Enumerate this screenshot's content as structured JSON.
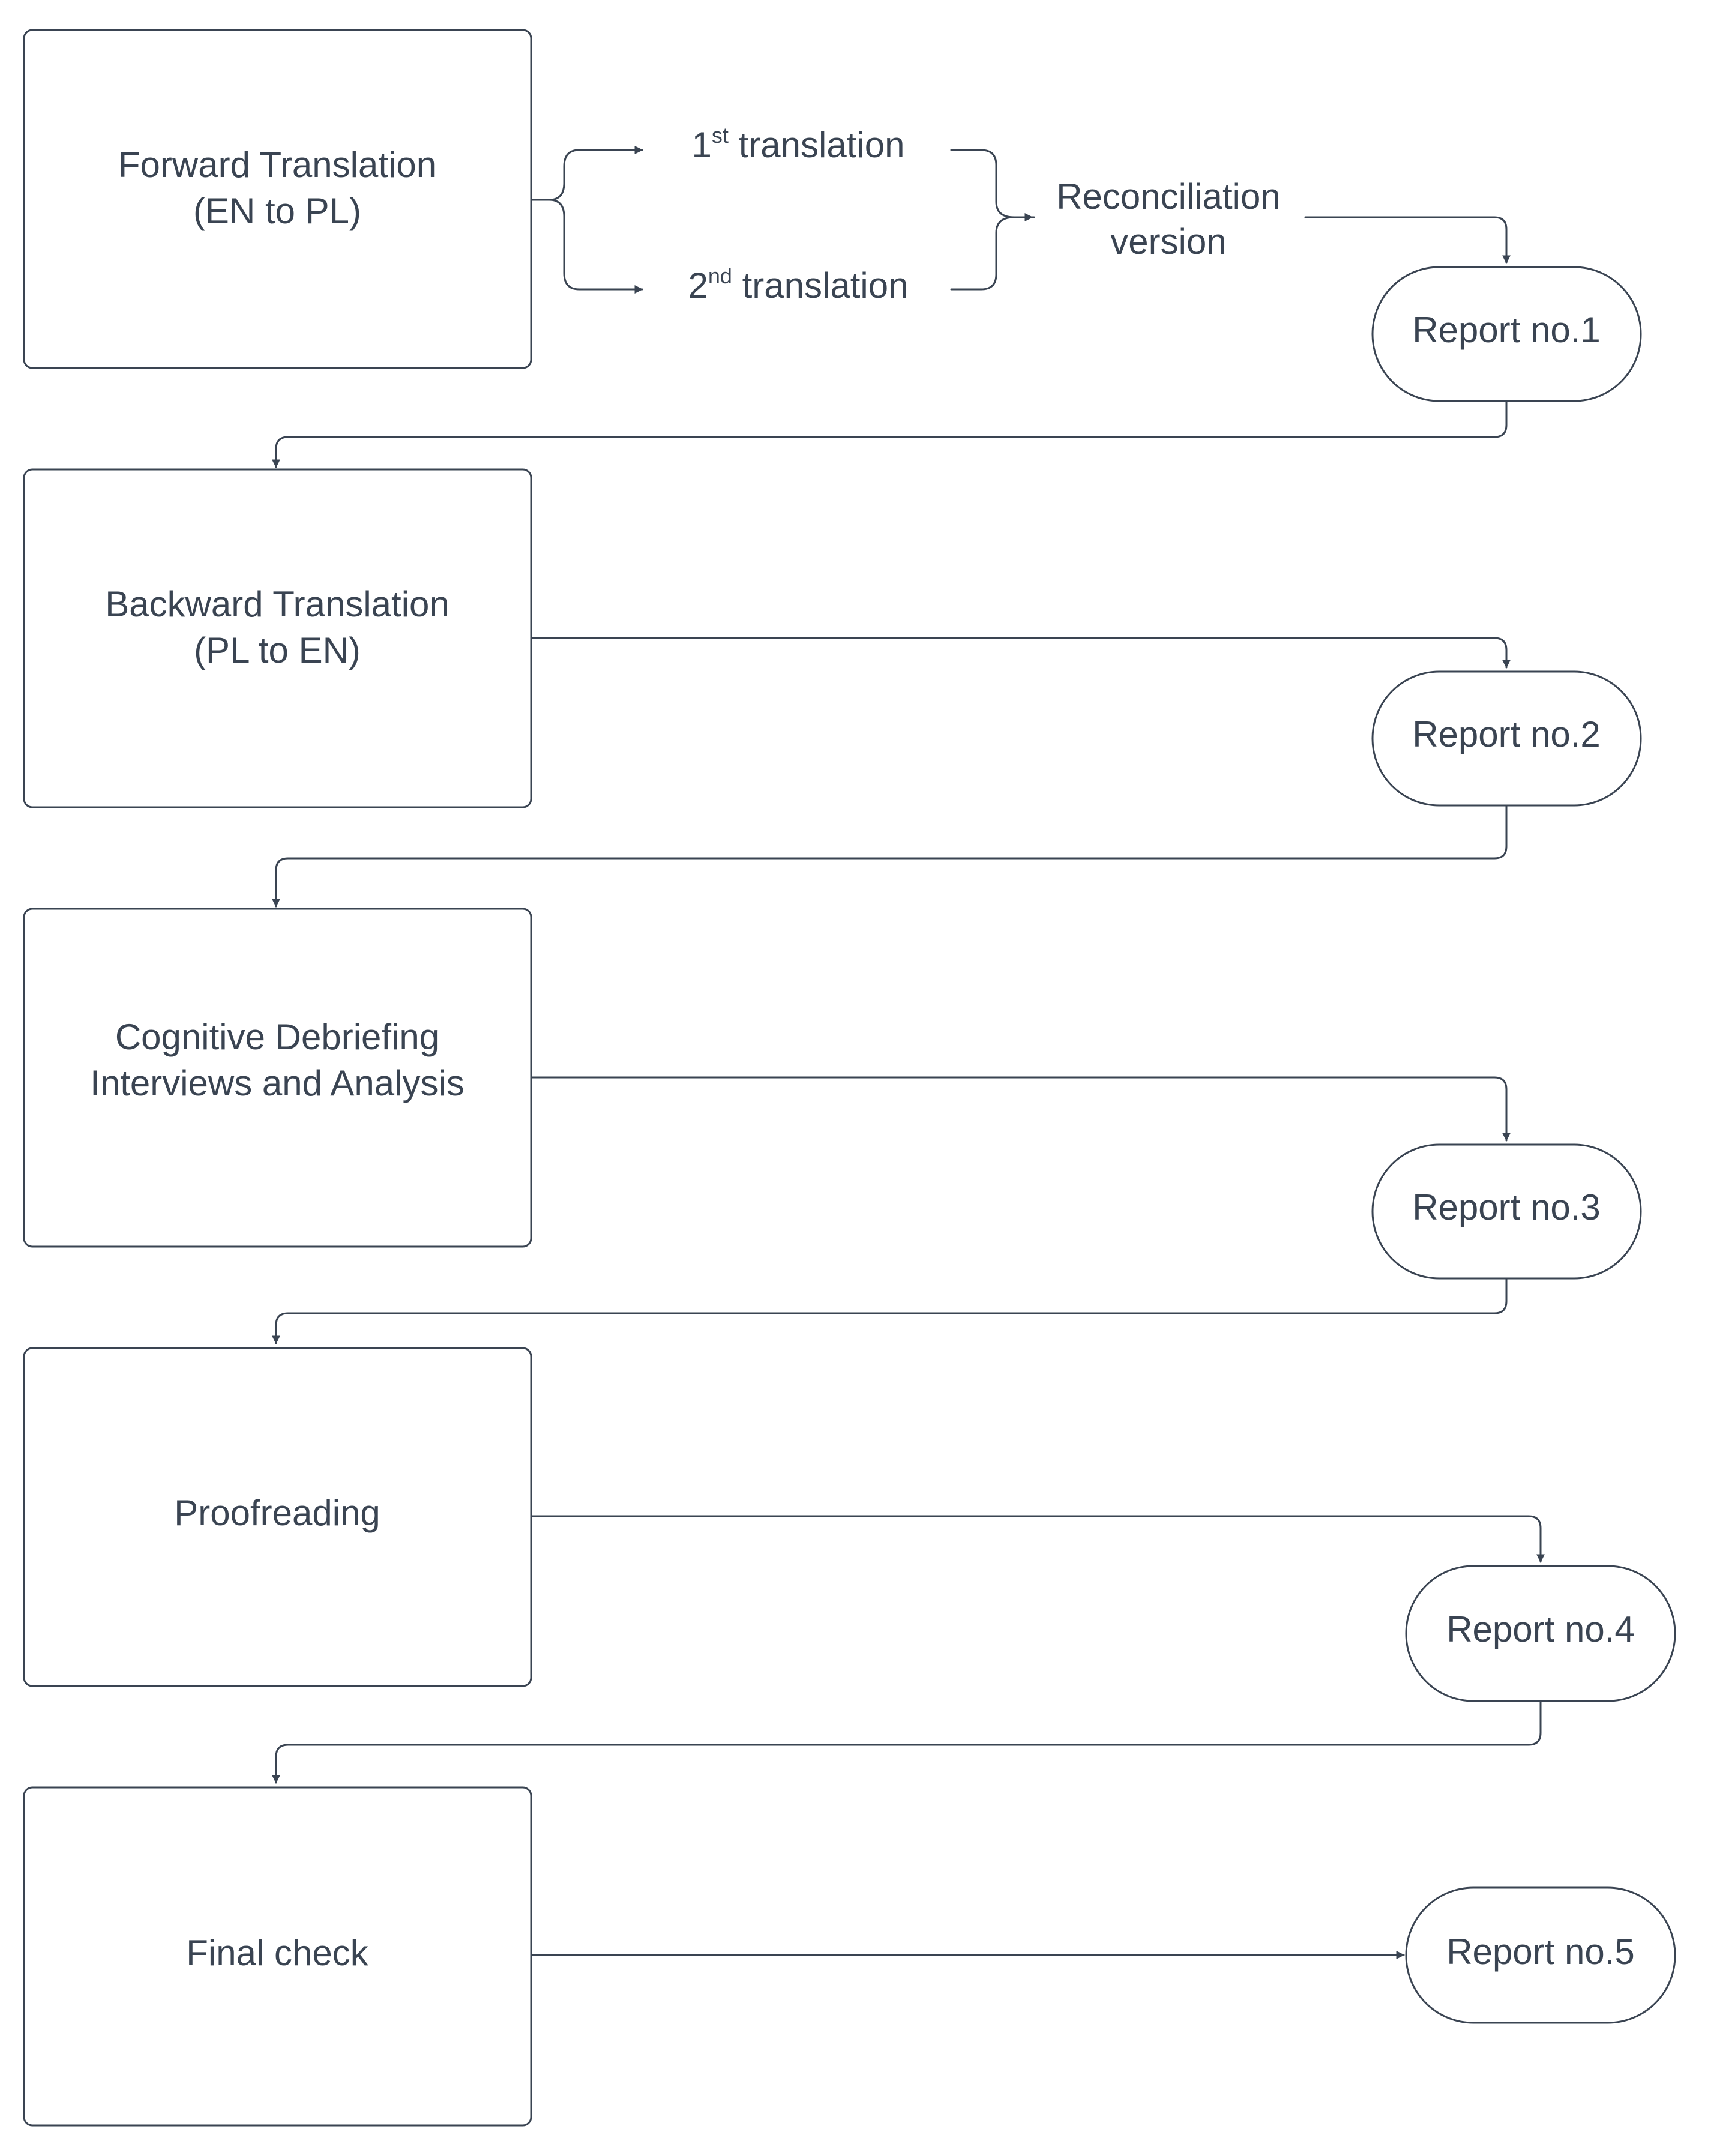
{
  "steps": [
    {
      "line1": "Forward Translation",
      "line2": "(EN to PL)"
    },
    {
      "line1": "Backward Translation",
      "line2": "(PL to EN)"
    },
    {
      "line1": "Cognitive Debriefing",
      "line2": "Interviews and Analysis"
    },
    {
      "line1": "Proofreading",
      "line2": ""
    },
    {
      "line1": "Final check",
      "line2": ""
    }
  ],
  "translations": [
    {
      "num": "1",
      "sup": "st",
      "text": " translation"
    },
    {
      "num": "2",
      "sup": "nd",
      "text": " translation"
    }
  ],
  "reconciliation": {
    "line1": "Reconciliation",
    "line2": "version"
  },
  "reports": [
    "Report no.1",
    "Report no.2",
    "Report no.3",
    "Report no.4",
    "Report no.5"
  ],
  "colors": {
    "stroke": "#3a4452",
    "text": "#3a4452",
    "background": "#ffffff"
  }
}
